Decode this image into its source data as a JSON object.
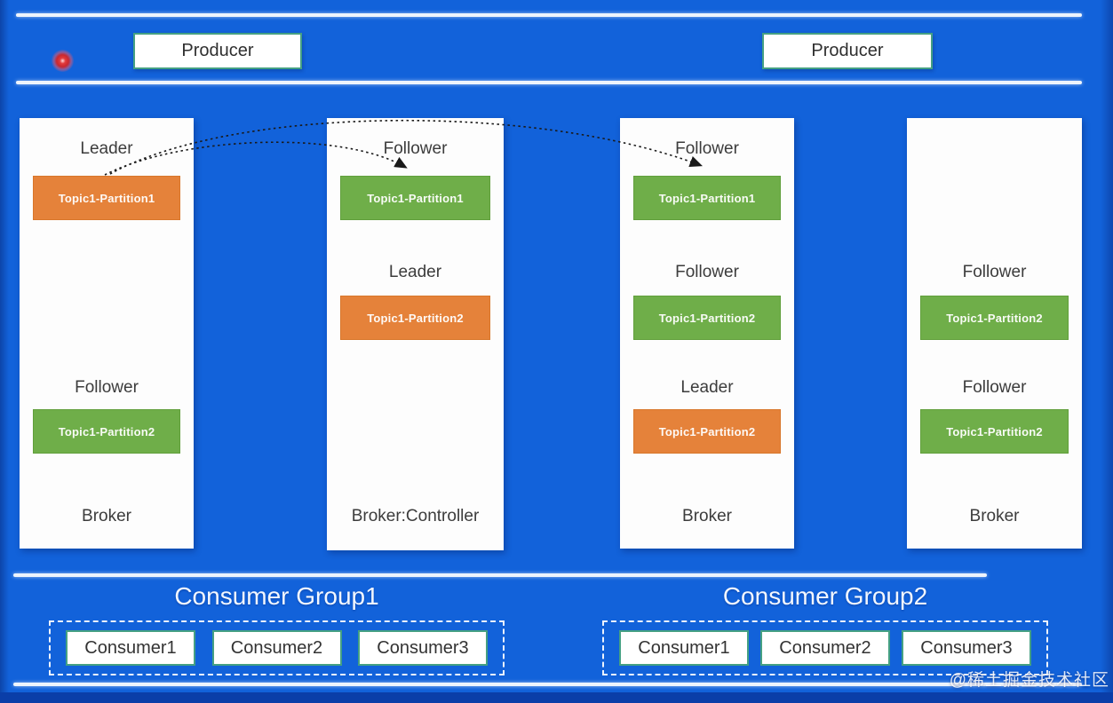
{
  "producers": [
    {
      "label": "Producer"
    },
    {
      "label": "Producer"
    }
  ],
  "brokers": [
    {
      "footer": "Broker",
      "sections": [
        {
          "role": "Leader",
          "partition": "Topic1-Partition1",
          "type": "leader"
        },
        {
          "role": "Follower",
          "partition": "Topic1-Partition2",
          "type": "follower"
        }
      ]
    },
    {
      "footer": "Broker:Controller",
      "sections": [
        {
          "role": "Follower",
          "partition": "Topic1-Partition1",
          "type": "follower"
        },
        {
          "role": "Leader",
          "partition": "Topic1-Partition2",
          "type": "leader"
        }
      ]
    },
    {
      "footer": "Broker",
      "sections": [
        {
          "role": "Follower",
          "partition": "Topic1-Partition1",
          "type": "follower"
        },
        {
          "role": "Follower",
          "partition": "Topic1-Partition2",
          "type": "follower"
        },
        {
          "role": "Leader",
          "partition": "Topic1-Partition2",
          "type": "leader"
        }
      ]
    },
    {
      "footer": "Broker",
      "sections": [
        {
          "role": "Follower",
          "partition": "Topic1-Partition2",
          "type": "follower"
        },
        {
          "role": "Follower",
          "partition": "Topic1-Partition2",
          "type": "follower"
        }
      ]
    }
  ],
  "consumer_groups": [
    {
      "title": "Consumer Group1",
      "consumers": [
        "Consumer1",
        "Consumer2",
        "Consumer3"
      ]
    },
    {
      "title": "Consumer Group2",
      "consumers": [
        "Consumer1",
        "Consumer2",
        "Consumer3"
      ]
    }
  ],
  "watermark": "@稀土掘金技术社区",
  "colors": {
    "background": "#1262da",
    "bottom_bar": "#0a3ea8",
    "leader_partition": "#e5823a",
    "follower_partition": "#6fae49",
    "box_border_teal": "#45a083",
    "rule_line": "#eef4fc",
    "arrow": "#1a1a1a",
    "red_dot": "#e23b3c"
  }
}
